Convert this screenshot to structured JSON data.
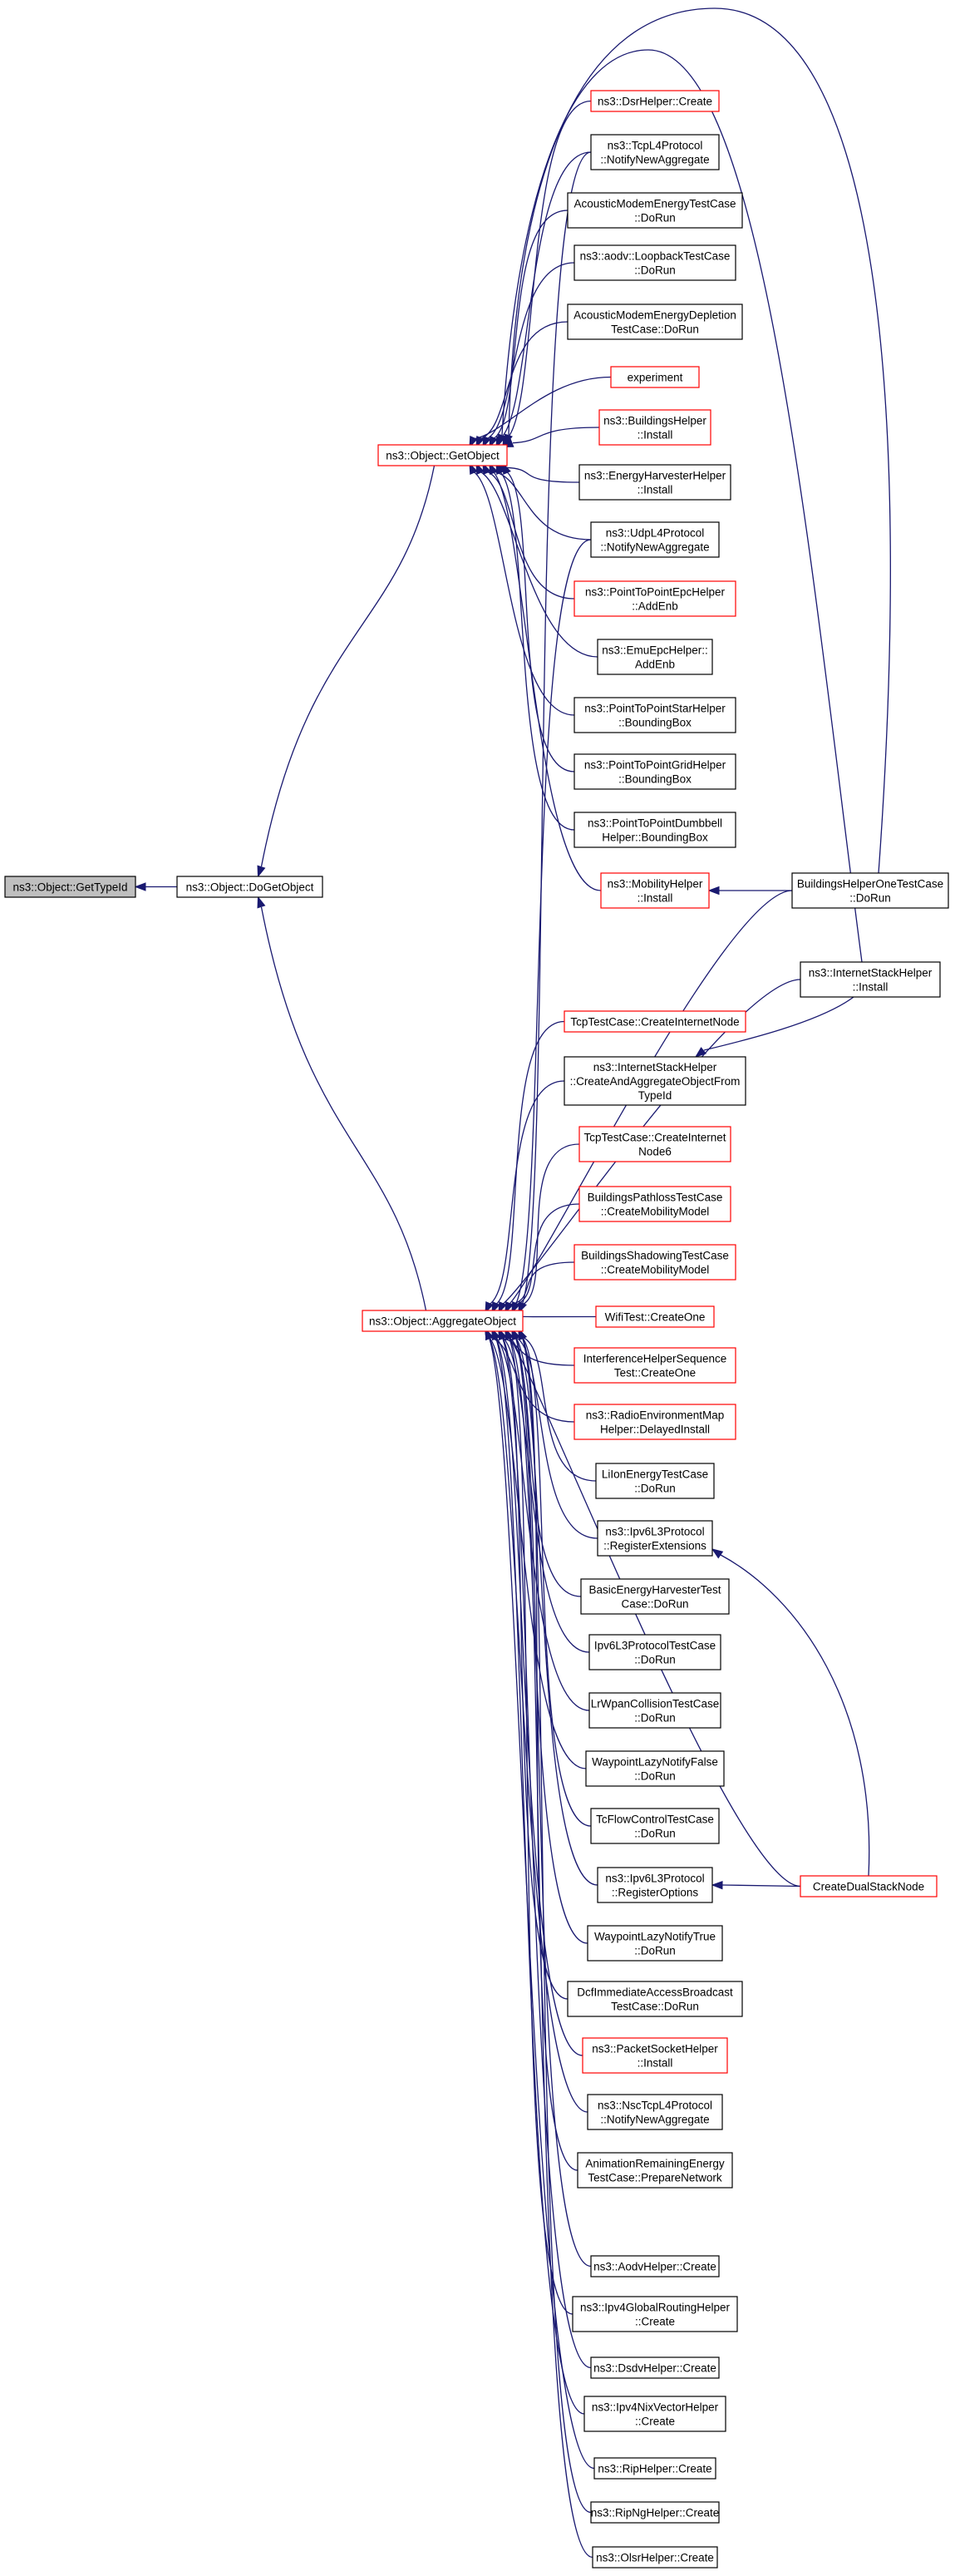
{
  "colors": {
    "edge": "#191970",
    "box_border_normal": "#000000",
    "box_border_truncated": "#ff0000",
    "root_fill": "#bfbfbf",
    "box_fill": "#ffffff"
  },
  "nodes": [
    {
      "id": "gettypeid",
      "lines": [
        "ns3::Object::GetTypeId"
      ],
      "style": "root"
    },
    {
      "id": "dogetobject",
      "lines": [
        "ns3::Object::DoGetObject"
      ],
      "style": "normal"
    },
    {
      "id": "getobject",
      "lines": [
        "ns3::Object::GetObject"
      ],
      "style": "truncated"
    },
    {
      "id": "aggregateobject",
      "lines": [
        "ns3::Object::AggregateObject"
      ],
      "style": "truncated"
    },
    {
      "id": "dsrhelper",
      "lines": [
        "ns3::DsrHelper::Create"
      ],
      "style": "truncated"
    },
    {
      "id": "tcpl4",
      "lines": [
        "ns3::TcpL4Protocol",
        "::NotifyNewAggregate"
      ],
      "style": "normal"
    },
    {
      "id": "acousticenergy",
      "lines": [
        "AcousticModemEnergyTestCase",
        "::DoRun"
      ],
      "style": "normal"
    },
    {
      "id": "aodvloopback",
      "lines": [
        "ns3::aodv::LoopbackTestCase",
        "::DoRun"
      ],
      "style": "normal"
    },
    {
      "id": "acousticdepletion",
      "lines": [
        "AcousticModemEnergyDepletion",
        "TestCase::DoRun"
      ],
      "style": "normal"
    },
    {
      "id": "experiment",
      "lines": [
        "experiment"
      ],
      "style": "truncated"
    },
    {
      "id": "buildingshelper",
      "lines": [
        "ns3::BuildingsHelper",
        "::Install"
      ],
      "style": "truncated"
    },
    {
      "id": "energyharvester",
      "lines": [
        "ns3::EnergyHarvesterHelper",
        "::Install"
      ],
      "style": "normal"
    },
    {
      "id": "udpl4",
      "lines": [
        "ns3::UdpL4Protocol",
        "::NotifyNewAggregate"
      ],
      "style": "normal"
    },
    {
      "id": "p2pepc",
      "lines": [
        "ns3::PointToPointEpcHelper",
        "::AddEnb"
      ],
      "style": "truncated"
    },
    {
      "id": "emuepc",
      "lines": [
        "ns3::EmuEpcHelper::",
        "AddEnb"
      ],
      "style": "normal"
    },
    {
      "id": "p2pstar",
      "lines": [
        "ns3::PointToPointStarHelper",
        "::BoundingBox"
      ],
      "style": "normal"
    },
    {
      "id": "p2pgrid",
      "lines": [
        "ns3::PointToPointGridHelper",
        "::BoundingBox"
      ],
      "style": "normal"
    },
    {
      "id": "p2pdumbbell",
      "lines": [
        "ns3::PointToPointDumbbell",
        "Helper::BoundingBox"
      ],
      "style": "normal"
    },
    {
      "id": "mobilityhelper",
      "lines": [
        "ns3::MobilityHelper",
        "::Install"
      ],
      "style": "truncated"
    },
    {
      "id": "buildingsonetest",
      "lines": [
        "BuildingsHelperOneTestCase",
        "::DoRun"
      ],
      "style": "normal"
    },
    {
      "id": "internetstackinstall",
      "lines": [
        "ns3::InternetStackHelper",
        "::Install"
      ],
      "style": "normal"
    },
    {
      "id": "tcpcreatenode",
      "lines": [
        "TcpTestCase::CreateInternetNode"
      ],
      "style": "truncated"
    },
    {
      "id": "createandaggregate",
      "lines": [
        "ns3::InternetStackHelper",
        "::CreateAndAggregateObjectFrom",
        "TypeId"
      ],
      "style": "normal"
    },
    {
      "id": "tcpcreatenode6",
      "lines": [
        "TcpTestCase::CreateInternet",
        "Node6"
      ],
      "style": "truncated"
    },
    {
      "id": "buildingspathloss",
      "lines": [
        "BuildingsPathlossTestCase",
        "::CreateMobilityModel"
      ],
      "style": "truncated"
    },
    {
      "id": "buildingsshadowing",
      "lines": [
        "BuildingsShadowingTestCase",
        "::CreateMobilityModel"
      ],
      "style": "truncated"
    },
    {
      "id": "wifitest",
      "lines": [
        "WifiTest::CreateOne"
      ],
      "style": "truncated"
    },
    {
      "id": "interference",
      "lines": [
        "InterferenceHelperSequence",
        "Test::CreateOne"
      ],
      "style": "truncated"
    },
    {
      "id": "radioenv",
      "lines": [
        "ns3::RadioEnvironmentMap",
        "Helper::DelayedInstall"
      ],
      "style": "truncated"
    },
    {
      "id": "lilon",
      "lines": [
        "LiIonEnergyTestCase",
        "::DoRun"
      ],
      "style": "normal"
    },
    {
      "id": "ipv6registerext",
      "lines": [
        "ns3::Ipv6L3Protocol",
        "::RegisterExtensions"
      ],
      "style": "normal"
    },
    {
      "id": "basicenergy",
      "lines": [
        "BasicEnergyHarvesterTest",
        "Case::DoRun"
      ],
      "style": "normal"
    },
    {
      "id": "ipv6l3test",
      "lines": [
        "Ipv6L3ProtocolTestCase",
        "::DoRun"
      ],
      "style": "normal"
    },
    {
      "id": "lrwpan",
      "lines": [
        "LrWpanCollisionTestCase",
        "::DoRun"
      ],
      "style": "normal"
    },
    {
      "id": "waypointfalse",
      "lines": [
        "WaypointLazyNotifyFalse",
        "::DoRun"
      ],
      "style": "normal"
    },
    {
      "id": "tcflow",
      "lines": [
        "TcFlowControlTestCase",
        "::DoRun"
      ],
      "style": "normal"
    },
    {
      "id": "ipv6registeropt",
      "lines": [
        "ns3::Ipv6L3Protocol",
        "::RegisterOptions"
      ],
      "style": "normal"
    },
    {
      "id": "createdualstack",
      "lines": [
        "CreateDualStackNode"
      ],
      "style": "truncated"
    },
    {
      "id": "waypointtrue",
      "lines": [
        "WaypointLazyNotifyTrue",
        "::DoRun"
      ],
      "style": "normal"
    },
    {
      "id": "dcfimmediate",
      "lines": [
        "DcfImmediateAccessBroadcast",
        "TestCase::DoRun"
      ],
      "style": "normal"
    },
    {
      "id": "packetsocket",
      "lines": [
        "ns3::PacketSocketHelper",
        "::Install"
      ],
      "style": "truncated"
    },
    {
      "id": "nsctcp",
      "lines": [
        "ns3::NscTcpL4Protocol",
        "::NotifyNewAggregate"
      ],
      "style": "normal"
    },
    {
      "id": "animation",
      "lines": [
        "AnimationRemainingEnergy",
        "TestCase::PrepareNetwork"
      ],
      "style": "normal"
    },
    {
      "id": "aodvhelper",
      "lines": [
        "ns3::AodvHelper::Create"
      ],
      "style": "normal"
    },
    {
      "id": "ipv4global",
      "lines": [
        "ns3::Ipv4GlobalRoutingHelper",
        "::Create"
      ],
      "style": "normal"
    },
    {
      "id": "dsdvhelper",
      "lines": [
        "ns3::DsdvHelper::Create"
      ],
      "style": "normal"
    },
    {
      "id": "ipv4nix",
      "lines": [
        "ns3::Ipv4NixVectorHelper",
        "::Create"
      ],
      "style": "normal"
    },
    {
      "id": "riphelper",
      "lines": [
        "ns3::RipHelper::Create"
      ],
      "style": "normal"
    },
    {
      "id": "ripnghelper",
      "lines": [
        "ns3::RipNgHelper::Create"
      ],
      "style": "normal"
    },
    {
      "id": "olsrhelper",
      "lines": [
        "ns3::OlsrHelper::Create"
      ],
      "style": "normal"
    }
  ]
}
